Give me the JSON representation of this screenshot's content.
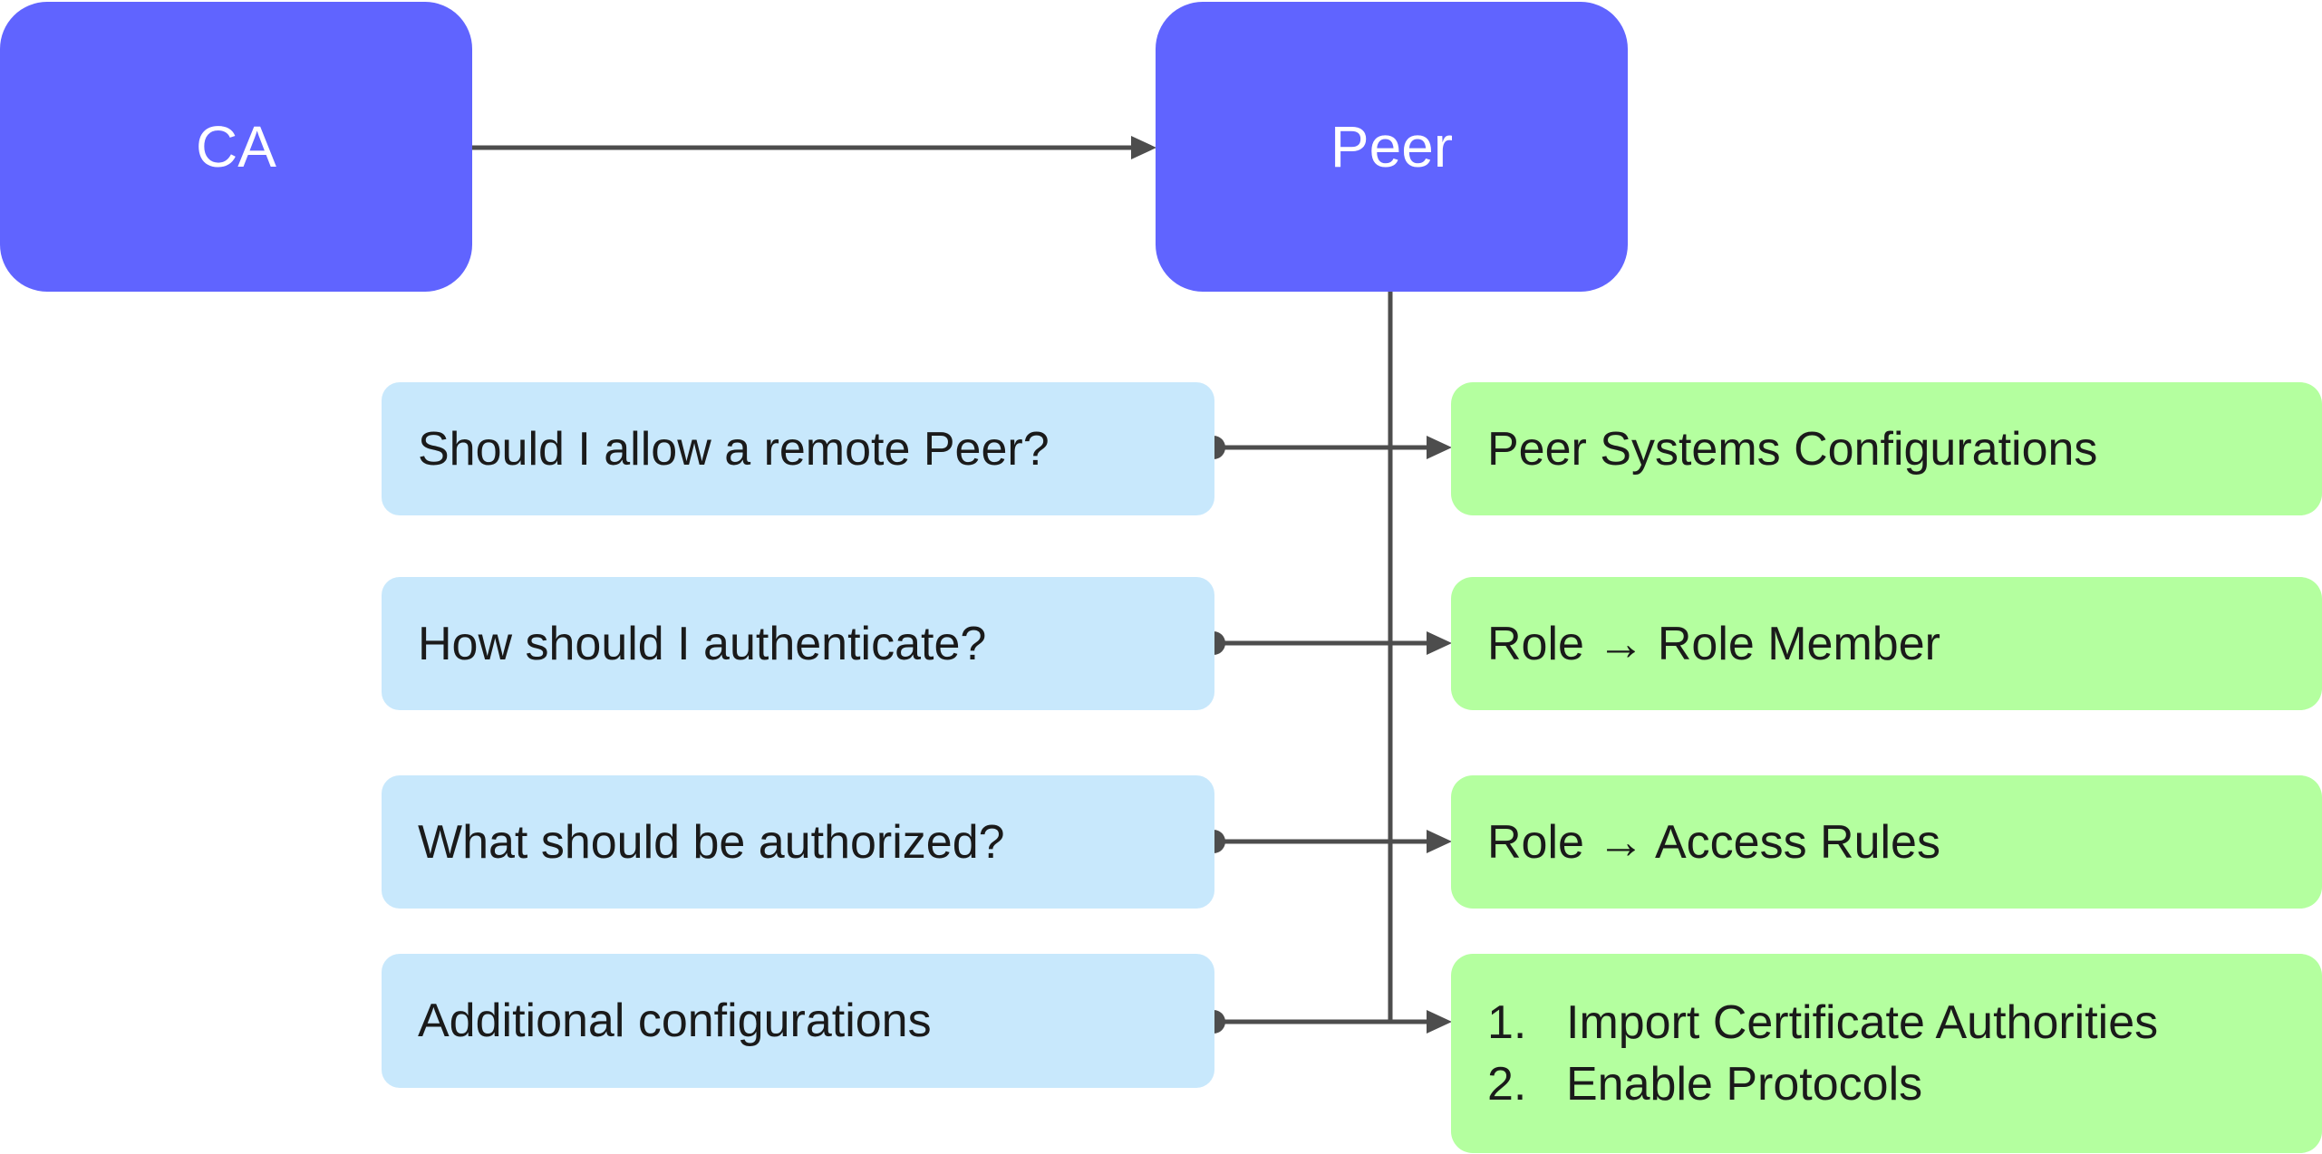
{
  "nodes": {
    "ca": "CA",
    "peer": "Peer"
  },
  "questions": [
    "Should I allow a remote Peer?",
    "How should I authenticate?",
    "What should be authorized?",
    "Additional configurations"
  ],
  "answers": [
    "Peer Systems Configurations",
    "Role → Role Member",
    "Role → Access Rules"
  ],
  "additional_steps": [
    {
      "number": "1.",
      "text": "Import Certificate Authorities"
    },
    {
      "number": "2.",
      "text": "Enable Protocols"
    }
  ],
  "colors": {
    "head_node": "#6064ff",
    "question_node": "#c8e8fc",
    "answer_node": "#b4ff9f",
    "connector": "#4d4d4d"
  }
}
